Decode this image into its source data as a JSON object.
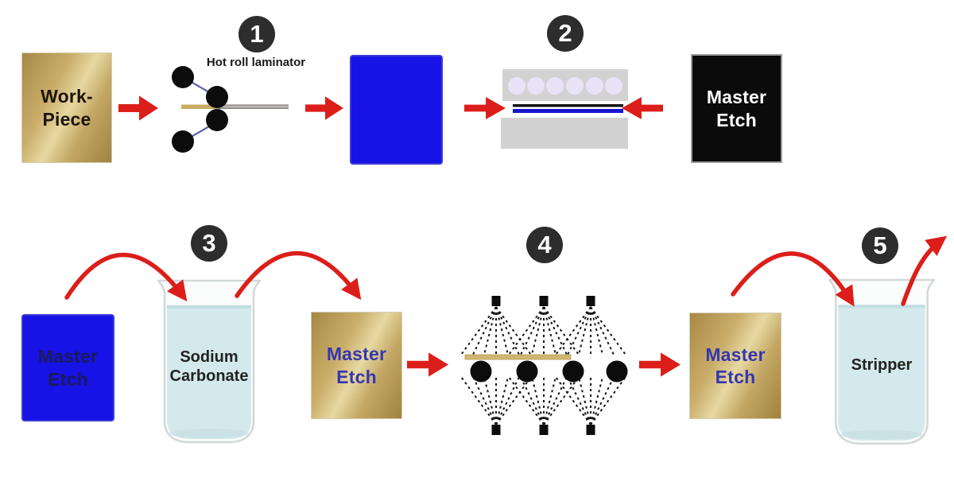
{
  "steps": {
    "s1": {
      "number": "1",
      "label": "Hot roll laminator"
    },
    "s2": {
      "number": "2"
    },
    "s3": {
      "number": "3"
    },
    "s4": {
      "number": "4"
    },
    "s5": {
      "number": "5"
    }
  },
  "blocks": {
    "workpiece": "Work-\nPiece",
    "master_etch_black": "Master\nEtch",
    "master_etch_blue": "Master\nEtch",
    "master_etch_gold_1": "Master\nEtch",
    "master_etch_gold_2": "Master\nEtch"
  },
  "beakers": {
    "sodium_carbonate": "Sodium\nCarbonate",
    "stripper": "Stripper"
  },
  "colors": {
    "arrow_red": "#dc1e1a",
    "badge_dark": "#2d2d2d",
    "gold": "#c9ad69",
    "bright_blue": "#1712e6",
    "black_block": "#0b0b0b",
    "gray_machine": "#d2d2d2",
    "lamp_lavender": "#e9e3f8",
    "liquid_cyan": "#d4e9eb",
    "navy_text": "#1b1b58",
    "blueviolet_text": "#3636ad"
  }
}
